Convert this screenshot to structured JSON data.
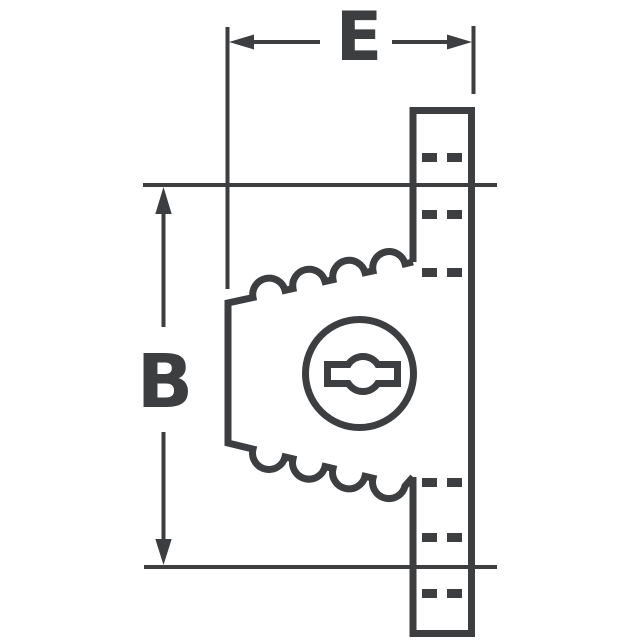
{
  "figure": {
    "type": "technical-line-drawing",
    "description": "Dimension drawing of a cam lock: scalloped lock housing with keyed circular face, mounted through a vertical panel strip shown with hidden-edge dash marks",
    "line_color": "#3d3e40",
    "background_color": "#ffffff",
    "parts": [
      "panel-strip",
      "hidden-edge-dashes",
      "lock-housing",
      "lock-face-circle",
      "keyhole"
    ]
  },
  "dimensions": {
    "width": {
      "label": "E"
    },
    "height": {
      "label": "B"
    }
  }
}
